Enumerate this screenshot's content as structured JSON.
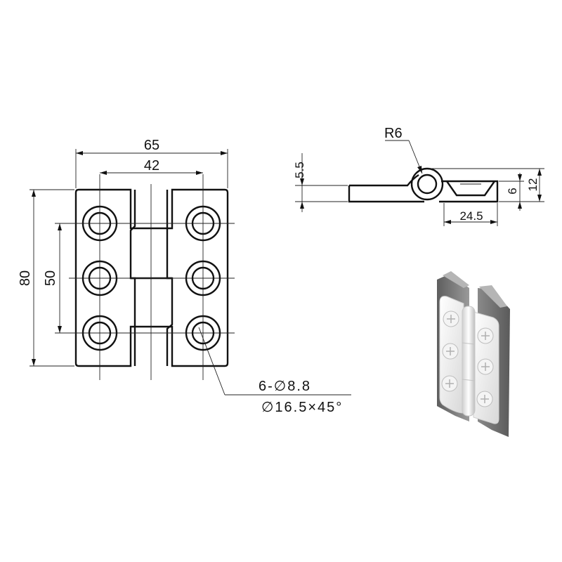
{
  "front_view": {
    "width_overall": "65",
    "width_holes": "42",
    "height_overall": "80",
    "height_holes": "50",
    "hole_spec": "6-∅8.8",
    "countersink_spec": "∅16.5×45°"
  },
  "side_view": {
    "radius": "R6",
    "leaf_thickness": "5.5",
    "total_thickness": "12",
    "step_height": "6",
    "countersink_width": "24.5"
  },
  "colors": {
    "line": "#111111",
    "photo_plate": "#7c7c7c",
    "photo_hinge": "#f2f2f2"
  },
  "icons": {
    "screw_head": "phillips-screw-icon"
  }
}
